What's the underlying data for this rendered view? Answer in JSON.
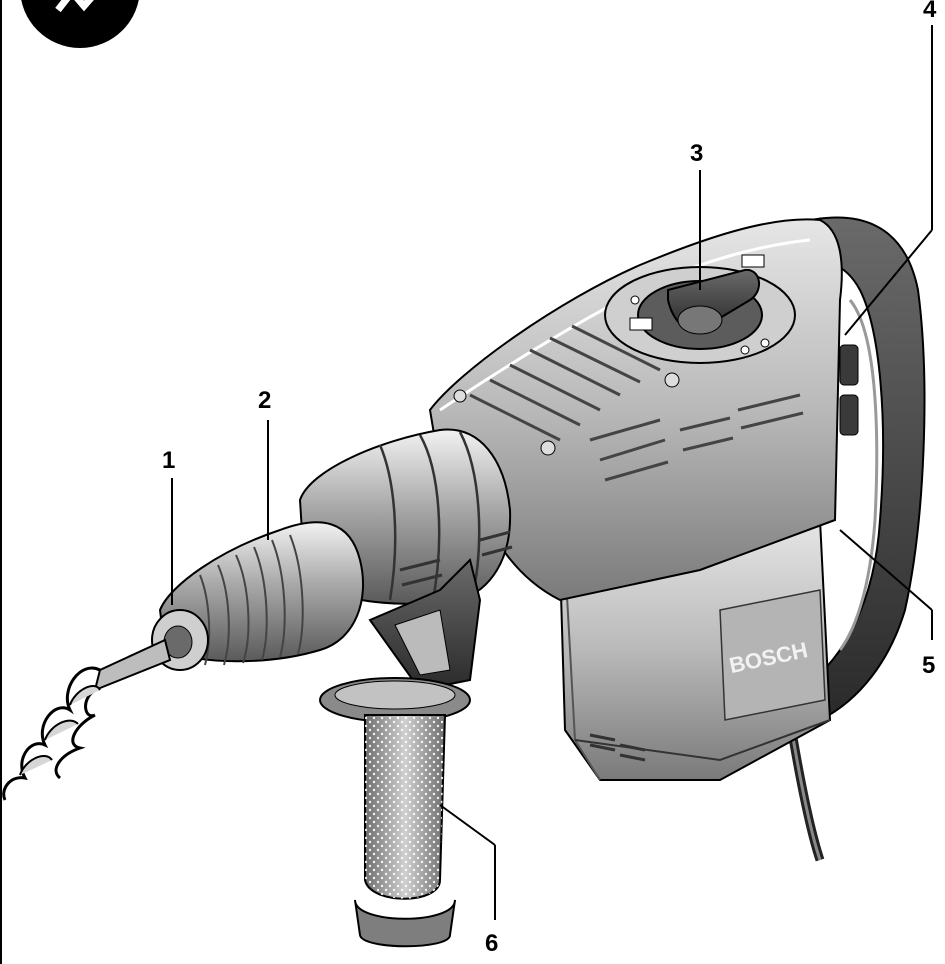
{
  "figure": {
    "brand_label": "BOSCH",
    "callouts": [
      "1",
      "2",
      "3",
      "4",
      "5",
      "6"
    ]
  }
}
